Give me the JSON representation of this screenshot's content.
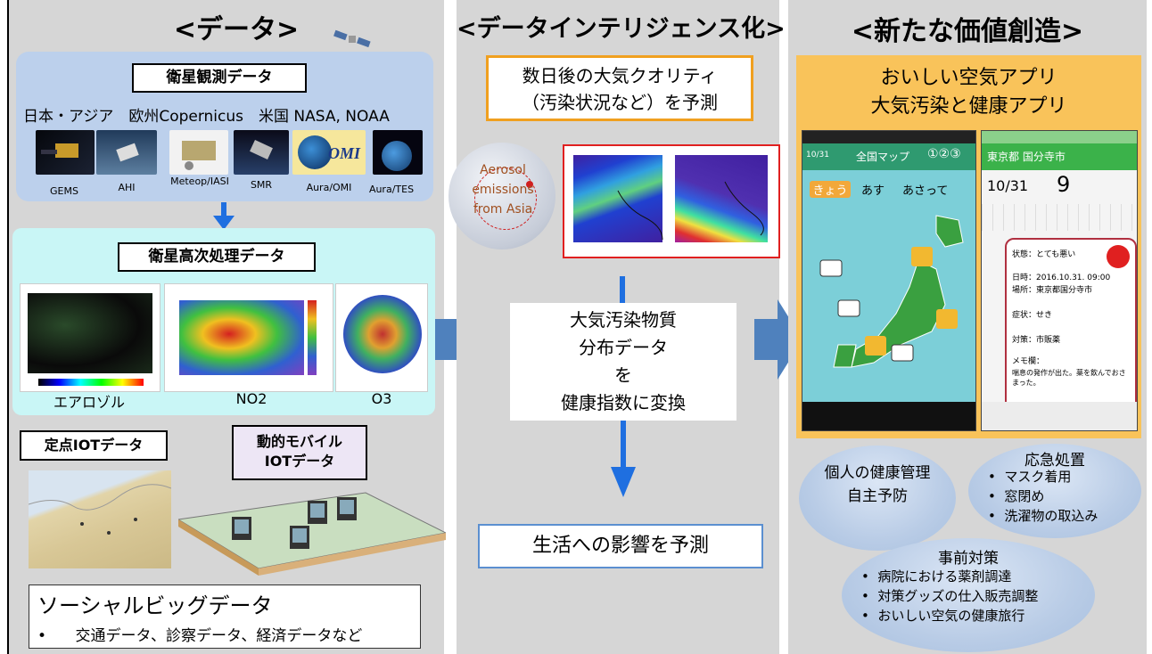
{
  "columns": {
    "left_title": "<データ>",
    "mid_title": "<データインテリジェンス化>",
    "right_title": "<新たな価値創造>"
  },
  "satellite": {
    "title": "衛星観測データ",
    "agencies": "日本・アジア　欧州Copernicus　米国 NASA, NOAA",
    "items": [
      "GEMS",
      "AHI",
      "Meteop/IASI",
      "SMR",
      "Aura/OMI",
      "Aura/TES"
    ],
    "omi_logo": "OMI"
  },
  "processed": {
    "title": "衛星高次処理データ",
    "captions": [
      "エアロゾル",
      "NO2",
      "O3"
    ]
  },
  "iot": {
    "fixed": "定点IOTデータ",
    "mobile_line1": "動的モバイル",
    "mobile_line2": "IOTデータ"
  },
  "social": {
    "title": "ソーシャルビッグデータ",
    "bullet": "交通データ、診察データ、経済データなど"
  },
  "intelligence": {
    "forecast_line1": "数日後の大気クオリティ",
    "forecast_line2": "（汚染状況など）を予測",
    "globe_line1": "Aerosol",
    "globe_line2": "emissions",
    "globe_line3": "from Asia",
    "convert_line1": "大気汚染物質",
    "convert_line2": "分布データ",
    "convert_line3": "を",
    "convert_line4": "健康指数に変換",
    "impact": "生活への影響を予測"
  },
  "value": {
    "app_line1": "おいしい空気アプリ",
    "app_line2": "大気汚染と健康アプリ",
    "phone1": {
      "date": "10/31",
      "header": "全国マップ",
      "tabs": [
        "きょう",
        "あす",
        "あさって"
      ],
      "numbers": "①②③"
    },
    "phone2": {
      "header": "東京都 国分寺市",
      "date": "10/31",
      "hour": "9",
      "status": "状態：とても悪い",
      "datetime": "日時：2016.10.31. 09:00",
      "place": "場所：東京都国分寺市",
      "symptom": "症状：せき",
      "measure": "対策：市販薬",
      "memo_label": "メモ欄：",
      "memo_text": "喘息の発作が出た。薬を飲んでおさまった。"
    },
    "personal_line1": "個人の健康管理",
    "personal_line2": "自主予防",
    "emergency_title": "応急処置",
    "emergency_items": [
      "マスク着用",
      "窓閉め",
      "洗濯物の取込み"
    ],
    "advance_title": "事前対策",
    "advance_items": [
      "病院における薬剤調達",
      "対策グッズの仕入販売調整",
      "おいしい空気の健康旅行"
    ]
  },
  "colors": {
    "column_bg": "#d6d6d6",
    "satellite_bg": "#bcd0ec",
    "processed_bg": "#c9f6f6",
    "app_bg": "#f9c35a",
    "arrow_blue": "#4f81bd",
    "forecast_border": "#f0a020",
    "impact_border": "#5b8fd0"
  }
}
